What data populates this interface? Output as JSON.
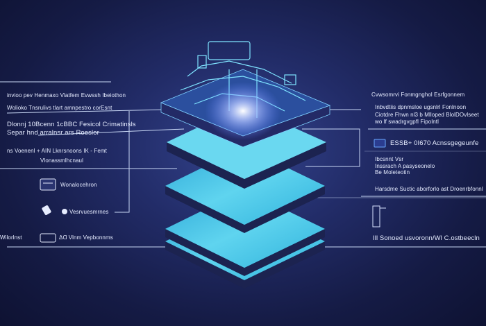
{
  "colors": {
    "background": "#1a2254",
    "layer_face": "#3fc3e6",
    "layer_side": "#1c2350",
    "glow": "#cfe2ff",
    "line": "#c9d8f5"
  },
  "left_labels": [
    {
      "text": "invioo pev Henmaxo Vlatfem Evwssh Ibeiothon"
    },
    {
      "text": "Wolioko Tnsrulivs tlart amnpestro corEsnt"
    },
    {
      "text": "Dlonnj 10Bcenn 1cBBC Fesicol Crimatinsls"
    },
    {
      "text": "Separ hnd arralnsr ars Roeslor"
    },
    {
      "text": "ns Voenenl + AIN Lknrsnoons IK - Femt"
    },
    {
      "text": "Vlonassmlhcnaul"
    },
    {
      "text": "Wonalocehron",
      "icon": "server-rack-icon"
    },
    {
      "text": "Vesrvuesmrnes",
      "icon": "cloud-icon"
    },
    {
      "text": "Wilorlnst"
    },
    {
      "text": "ΔⱭ Vlnm Vepbonnms",
      "icon": "device-icon"
    }
  ],
  "right_labels": [
    {
      "text": "Cvwsomrvi Fonmgnghol Esrfgonnem"
    },
    {
      "text": "Inbvdtiis dpnmsloe ugsnlrl Fonlnoon"
    },
    {
      "text": "Ciotdre Fhwn nl3 b Mlloped BlolDOvlseet"
    },
    {
      "text": "wo lf swadrgvgpfl Fipolntl"
    },
    {
      "text": "ESSB+ 0I670 Acnssgegeunfe",
      "icon": "chip-icon"
    },
    {
      "text": "Ibcsnnt Vsr"
    },
    {
      "text": "Inssrach A pasyseonelo"
    },
    {
      "text": "Be      Moleteotin"
    },
    {
      "text": "Harsdme Suctic aborforlo ast Droenrbfonnl"
    },
    {
      "text": "Ill  Sonoed usvoronn/Wl C.ostbeecln",
      "icon": "building-icon"
    }
  ]
}
